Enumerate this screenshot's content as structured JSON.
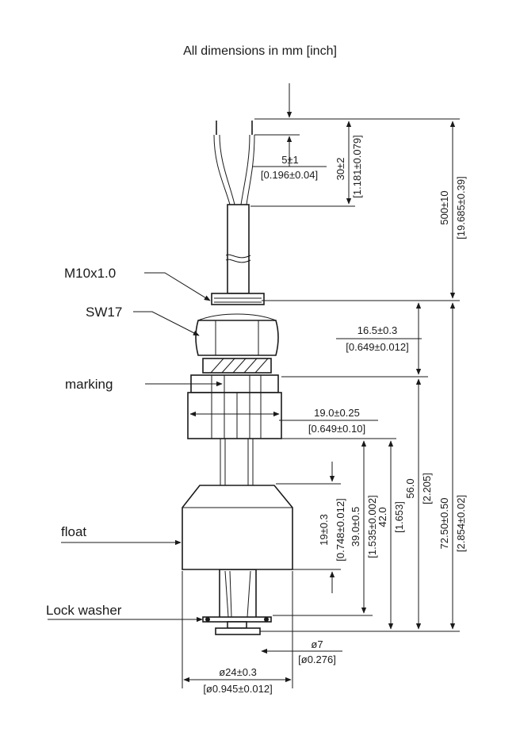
{
  "title": "All dimensions in mm [inch]",
  "labels": {
    "thread": "M10x1.0",
    "wrench": "SW17",
    "marking": "marking",
    "float": "float",
    "lock_washer": "Lock washer"
  },
  "dimensions": {
    "strip_length": {
      "mm": "5±1",
      "inch": "[0.196±0.04]"
    },
    "wire_length": {
      "mm": "30±2",
      "inch": "[1.181±0.079]"
    },
    "cable_length": {
      "mm": "500±10",
      "inch": "[19.685±0.39]"
    },
    "hex_to_marking": {
      "mm": "16.5±0.3",
      "inch": "[0.649±0.012]"
    },
    "body_width": {
      "mm": "19.0±0.25",
      "inch": "[0.649±0.10]"
    },
    "float_height": {
      "mm": "19±0.3",
      "inch": "[0.748±0.012]"
    },
    "float_top_to_washer": {
      "mm": "39.0±0.5",
      "inch": "[1.535±0.002]"
    },
    "body_to_bottom_a": {
      "mm": "42.0",
      "inch": "[1.653]"
    },
    "marking_to_bottom": {
      "mm": "56.0",
      "inch": "[2.205]"
    },
    "total_length": {
      "mm": "72.50±0.50",
      "inch": "[2.854±0.02]"
    },
    "stem_diameter": {
      "mm": "ø7",
      "inch": "[ø0.276]"
    },
    "float_diameter": {
      "mm": "ø24±0.3",
      "inch": "[ø0.945±0.012]"
    }
  }
}
